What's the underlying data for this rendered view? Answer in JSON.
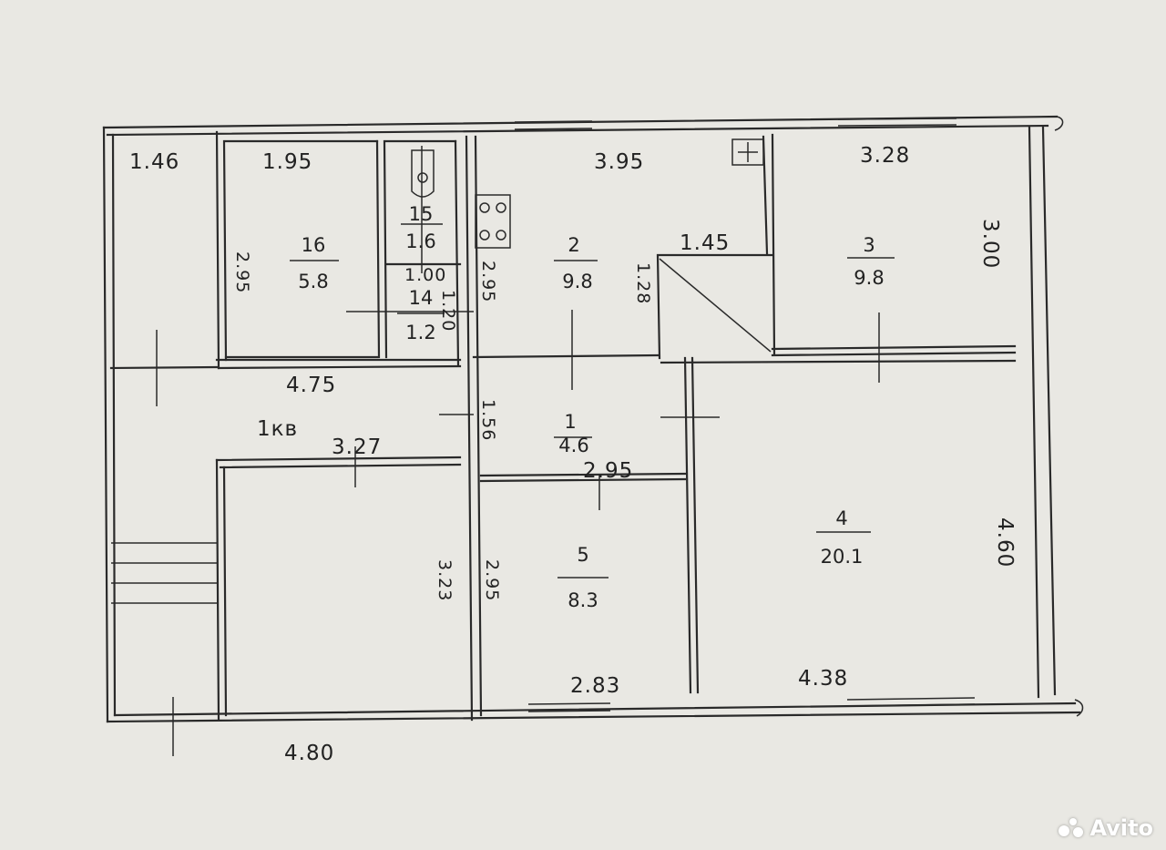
{
  "rooms": [
    {
      "id": "1",
      "area": "4.6"
    },
    {
      "id": "2",
      "area": "9.8"
    },
    {
      "id": "3",
      "area": "9.8"
    },
    {
      "id": "4",
      "area": "20.1"
    },
    {
      "id": "5",
      "area": "8.3"
    },
    {
      "id": "14",
      "area": "1.2"
    },
    {
      "id": "15",
      "area": "1.6"
    },
    {
      "id": "16",
      "area": "5.8"
    }
  ],
  "dimensions": {
    "d_1_46": "1.46",
    "d_1_95": "1.95",
    "d_3_95": "3.95",
    "d_3_28": "3.28",
    "d_3_00": "3.00",
    "d_1_45": "1.45",
    "d_1_28": "1.28",
    "d_2_95_r16": "2.95",
    "d_2_95_r2": "2.95",
    "d_1_00": "1.00",
    "d_1_20": "1.20",
    "d_4_75": "4.75",
    "d_1_56": "1.56",
    "d_3_27": "3.27",
    "d_2_95_mid": "2.95",
    "d_3_23": "3.23",
    "d_2_95_r5": "2.95",
    "d_4_60": "4.60",
    "d_2_83": "2.83",
    "d_4_38": "4.38",
    "d_4_80": "4.80"
  },
  "notes": {
    "kv": "1кв"
  },
  "watermark": {
    "text": "Avito"
  }
}
